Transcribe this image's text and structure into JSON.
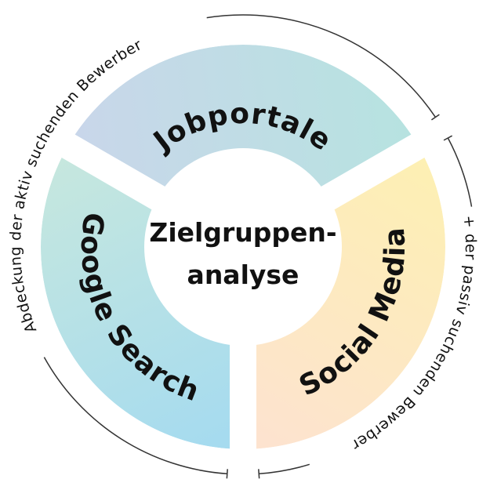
{
  "center": {
    "line1": "Zielgruppen-",
    "line2": "analyse"
  },
  "segments": {
    "top": {
      "label": "Jobportale",
      "colors": [
        "#c9d6ea",
        "#b6e3e0"
      ]
    },
    "left": {
      "label": "Google Search",
      "colors": [
        "#c6e7de",
        "#a6dbef"
      ]
    },
    "right": {
      "label": "Social Media",
      "colors": [
        "#fdf0b2",
        "#fde3cf"
      ]
    }
  },
  "brackets": {
    "active": "Abdeckung der  aktiv suchenden Bewerber",
    "passive": "+ der passiv suchenden Bewerber"
  },
  "line_color": "#333333"
}
